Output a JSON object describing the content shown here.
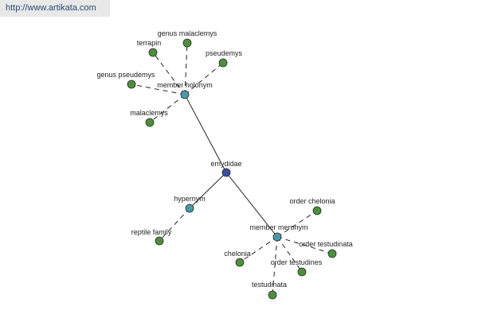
{
  "source_link": "http://www.artikata.com",
  "colors": {
    "root": "#3b4fa0",
    "relation": "#4a9aaa",
    "leaf": "#4e8f3c",
    "edge": "#222222"
  },
  "nodes": [
    {
      "id": "emydidae",
      "label": "emydidae",
      "kind": "root"
    },
    {
      "id": "member-holonym",
      "label": "member holonym",
      "kind": "relation"
    },
    {
      "id": "hypernym",
      "label": "hypernym",
      "kind": "relation"
    },
    {
      "id": "member-meronym",
      "label": "member meronym",
      "kind": "relation"
    },
    {
      "id": "terrapin",
      "label": "terrapin",
      "kind": "leaf"
    },
    {
      "id": "genus-malaclemys",
      "label": "genus malaclemys",
      "kind": "leaf"
    },
    {
      "id": "pseudemys",
      "label": "pseudemys",
      "kind": "leaf"
    },
    {
      "id": "genus-pseudemys",
      "label": "genus pseudemys",
      "kind": "leaf"
    },
    {
      "id": "malaclemys",
      "label": "malaclemys",
      "kind": "leaf"
    },
    {
      "id": "reptile-family",
      "label": "reptile family",
      "kind": "leaf"
    },
    {
      "id": "order-chelonia",
      "label": "order chelonia",
      "kind": "leaf"
    },
    {
      "id": "order-testudinata",
      "label": "order testudinata",
      "kind": "leaf"
    },
    {
      "id": "chelonia",
      "label": "chelonia",
      "kind": "leaf"
    },
    {
      "id": "order-testudines",
      "label": "order testudines",
      "kind": "leaf"
    },
    {
      "id": "testudinata",
      "label": "testudinata",
      "kind": "leaf"
    }
  ],
  "edges": [
    {
      "from": "emydidae",
      "to": "member-holonym",
      "style": "solid"
    },
    {
      "from": "emydidae",
      "to": "hypernym",
      "style": "solid"
    },
    {
      "from": "emydidae",
      "to": "member-meronym",
      "style": "solid"
    },
    {
      "from": "member-holonym",
      "to": "terrapin",
      "style": "dashed"
    },
    {
      "from": "member-holonym",
      "to": "genus-malaclemys",
      "style": "dashed"
    },
    {
      "from": "member-holonym",
      "to": "pseudemys",
      "style": "dashed"
    },
    {
      "from": "member-holonym",
      "to": "genus-pseudemys",
      "style": "dashed"
    },
    {
      "from": "member-holonym",
      "to": "malaclemys",
      "style": "dashed"
    },
    {
      "from": "hypernym",
      "to": "reptile-family",
      "style": "dashed"
    },
    {
      "from": "member-meronym",
      "to": "order-chelonia",
      "style": "dashed"
    },
    {
      "from": "member-meronym",
      "to": "order-testudinata",
      "style": "dashed"
    },
    {
      "from": "member-meronym",
      "to": "chelonia",
      "style": "dashed"
    },
    {
      "from": "member-meronym",
      "to": "order-testudines",
      "style": "dashed"
    },
    {
      "from": "member-meronym",
      "to": "testudinata",
      "style": "dashed"
    }
  ]
}
